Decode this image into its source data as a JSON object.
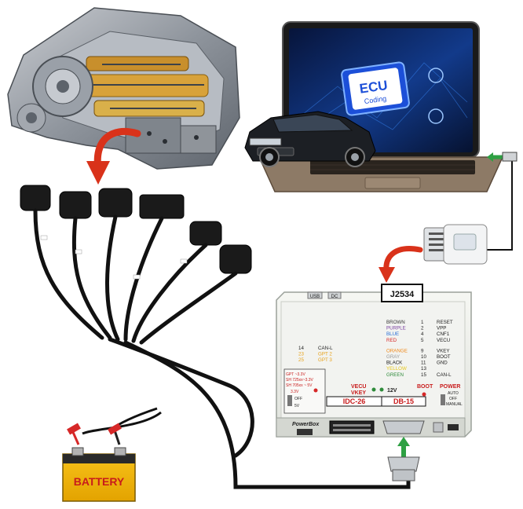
{
  "laptop": {
    "screen_badge_line1": "ECU",
    "screen_badge_line2": "Coding"
  },
  "powerbox": {
    "port_usb": "USB",
    "port_dc": "DC",
    "connector_top": "J2534",
    "pin_table": [
      {
        "color": "BROWN",
        "pin": "1",
        "func": "RESET",
        "color_hex": "#333333"
      },
      {
        "color": "PURPLE",
        "pin": "2",
        "func": "VPP",
        "color_hex": "#7a3fa0"
      },
      {
        "color": "BLUE",
        "pin": "4",
        "func": "CNF1",
        "color_hex": "#2a6fd6"
      },
      {
        "color": "RED",
        "pin": "5",
        "func": "VECU",
        "color_hex": "#d62828"
      },
      {
        "color": "ORANGE",
        "pin": "9",
        "func": "VKEY",
        "color_hex": "#f08a1c"
      },
      {
        "color": "GRAY",
        "pin": "10",
        "func": "BOOT",
        "color_hex": "#999999"
      },
      {
        "color": "BLACK",
        "pin": "11",
        "func": "GND",
        "color_hex": "#111111"
      },
      {
        "color": "YELLOW",
        "pin": "13",
        "func": "",
        "color_hex": "#e8c81a"
      },
      {
        "color": "GREEN",
        "pin": "15",
        "func": "CAN-L",
        "color_hex": "#2e8b3a"
      }
    ],
    "left_pins": [
      {
        "pin": "14",
        "func": "CAN-L"
      },
      {
        "pin": "23",
        "func": "GPT 2"
      },
      {
        "pin": "25",
        "func": "GPT 3"
      }
    ],
    "gpt_box": {
      "line1": "GPT  ~3.3V",
      "line2": "SH 725xx~3.3V",
      "line3": "SH 705xx ~ 5V",
      "switch_top": "3.3V",
      "switch_mid": "OFF",
      "switch_bot": "5V"
    },
    "vecu": "VECU",
    "vkey": "VKEY",
    "v12": "12V",
    "boot": "BOOT",
    "power": "POWER",
    "power_auto": "AUTO",
    "power_off": "OFF",
    "power_manual": "MANUAL",
    "idc": "IDC-26",
    "db": "DB-15",
    "brand": "PowerBox"
  },
  "battery": {
    "label": "BATTERY"
  },
  "colors": {
    "arrow_red": "#d9321a",
    "arrow_green": "#2ea043",
    "cable": "#111111",
    "box_body": "#eef0ec",
    "laptop_body": "#8d7a66"
  }
}
